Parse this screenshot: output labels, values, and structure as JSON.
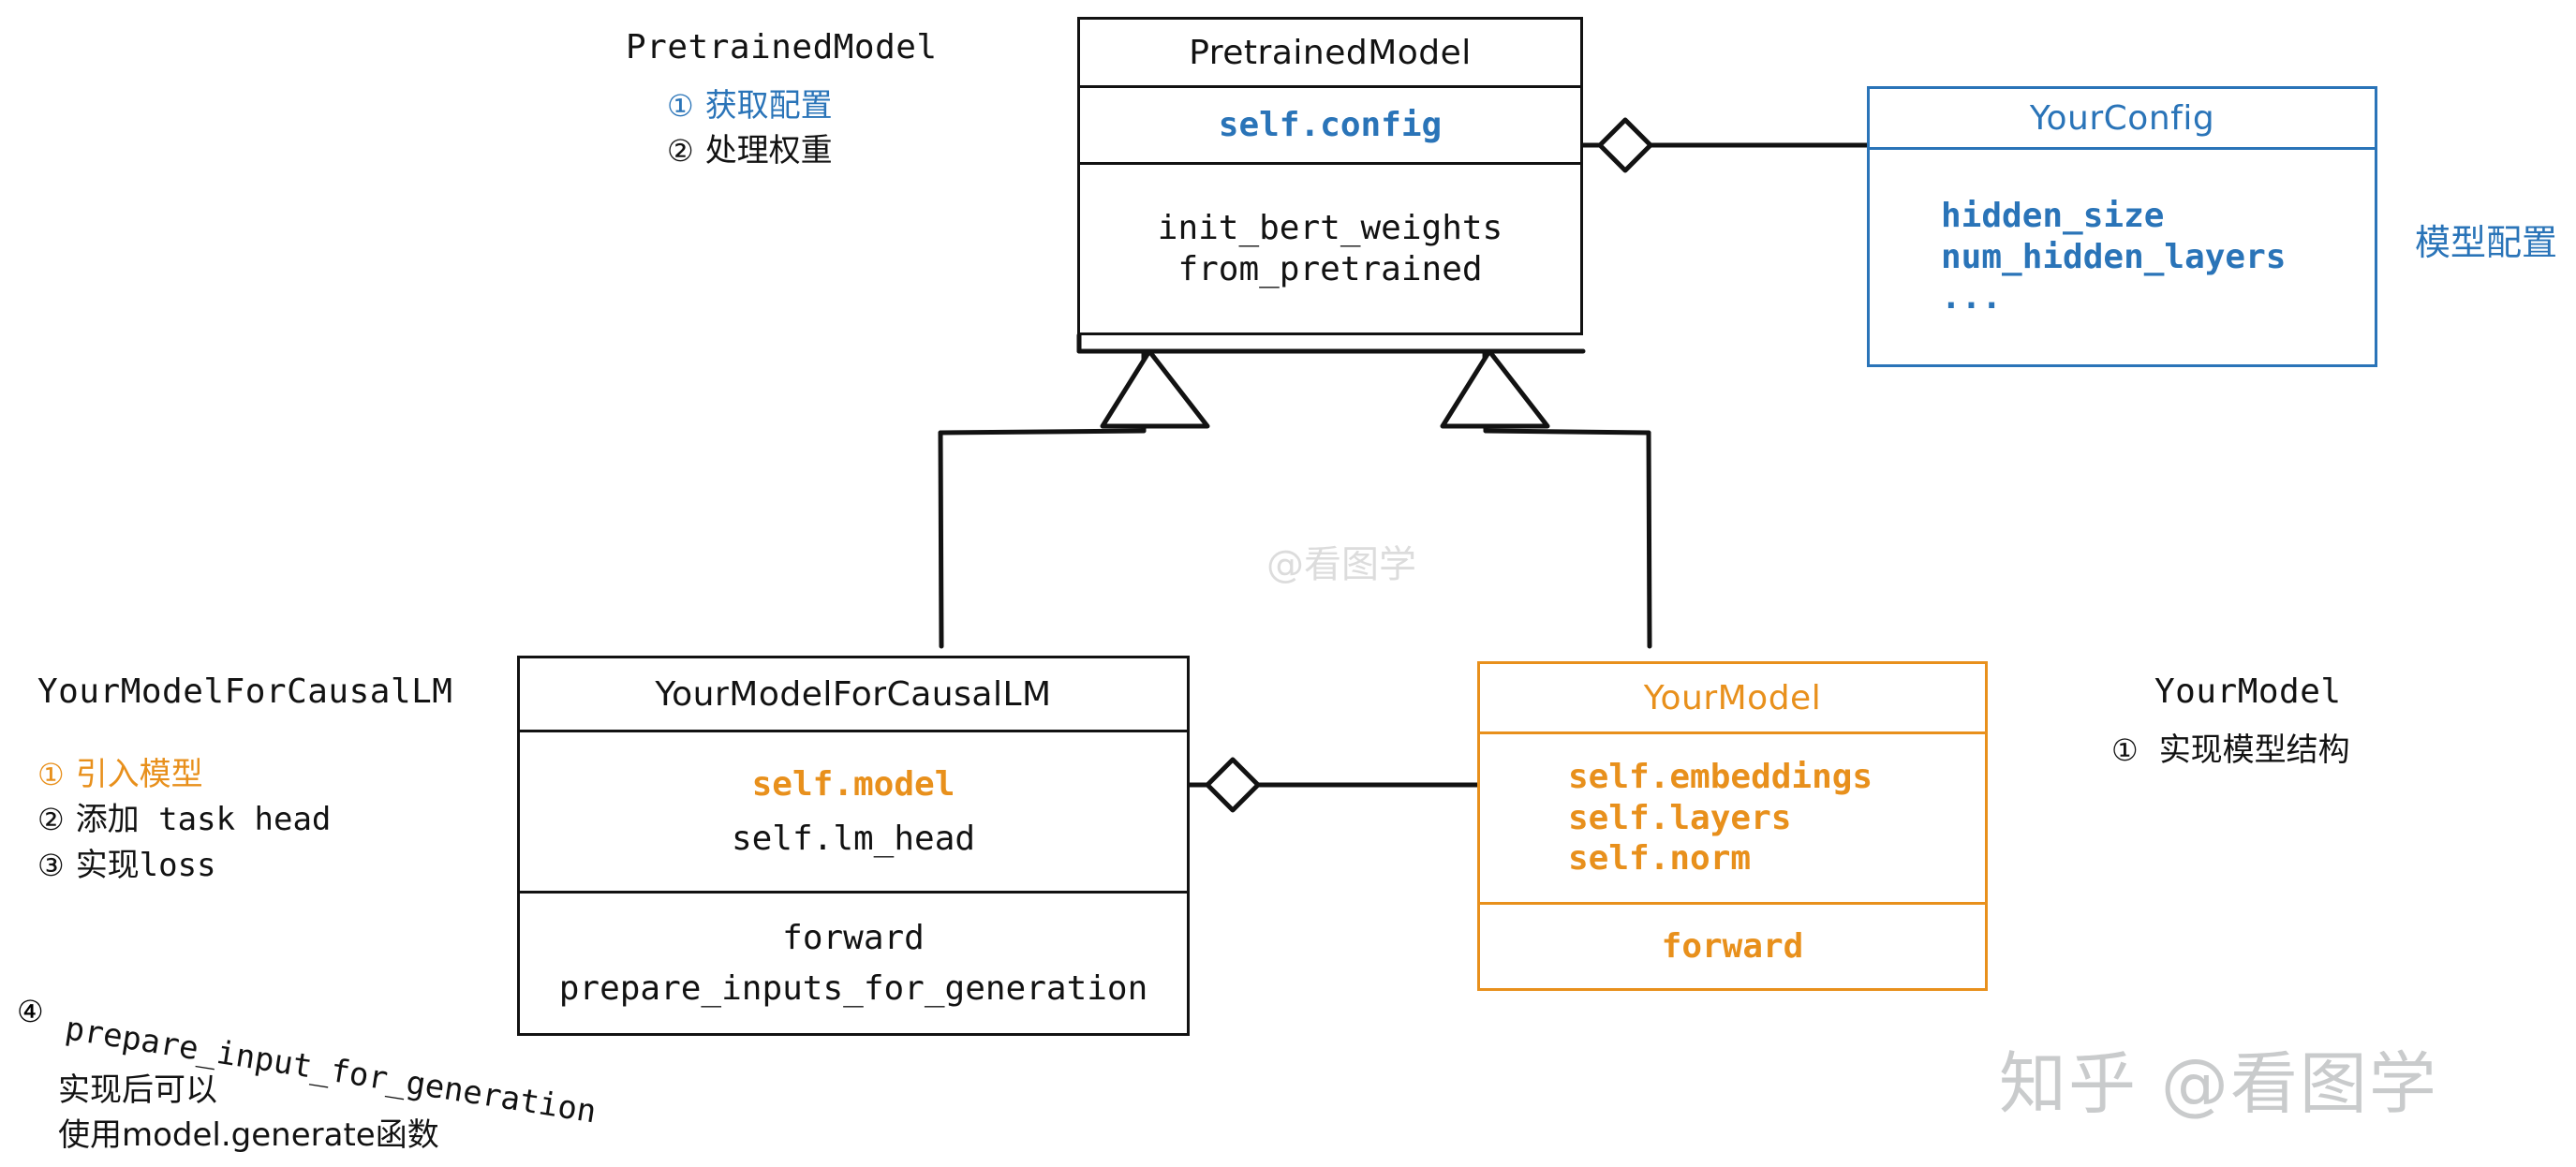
{
  "diagram": {
    "title": "HuggingFace model class relationships",
    "colors": {
      "blue": "#2a74b8",
      "orange": "#e8901c",
      "black": "#121212",
      "watermark": "#dcdcdc"
    }
  },
  "classes": {
    "pretrained_model": {
      "name": "PretrainedModel",
      "attributes": [
        "self.config"
      ],
      "methods": [
        "init_bert_weights",
        "from_pretrained"
      ]
    },
    "your_config": {
      "name": "YourConfig",
      "attributes": [
        "hidden_size",
        "num_hidden_layers",
        "..."
      ]
    },
    "your_model_for_causal_lm": {
      "name": "YourModelForCausalLM",
      "attributes": [
        "self.model",
        "self.lm_head"
      ],
      "methods": [
        "forward",
        "prepare_inputs_for_generation"
      ]
    },
    "your_model": {
      "name": "YourModel",
      "attributes": [
        "self.embeddings",
        "self.layers",
        "self.norm"
      ],
      "methods": [
        "forward"
      ]
    }
  },
  "annotations": {
    "pretrained_model": {
      "title": "PretrainedModel",
      "items": [
        {
          "num": "①",
          "text": "获取配置",
          "color": "blue"
        },
        {
          "num": "②",
          "text": "处理权重",
          "color": "black"
        }
      ]
    },
    "your_model_for_causal_lm": {
      "title": "YourModelForCausalLM",
      "items": [
        {
          "num": "①",
          "text": "引入模型",
          "color": "orange"
        },
        {
          "num": "②",
          "text": "添加 task head",
          "color": "black"
        },
        {
          "num": "③",
          "text": "实现loss",
          "color": "black"
        },
        {
          "num": "④",
          "text": "prepare_input_for_generation",
          "color": "black"
        }
      ],
      "note_lines": [
        "实现后可以",
        "使用model.generate函数"
      ]
    },
    "your_model": {
      "title": "YourModel",
      "items": [
        {
          "num": "①",
          "text": "实现模型结构",
          "color": "black"
        }
      ]
    },
    "your_config_side_label": "模型配置"
  },
  "watermarks": {
    "center": "@看图学",
    "corner": "知乎 @看图学"
  }
}
